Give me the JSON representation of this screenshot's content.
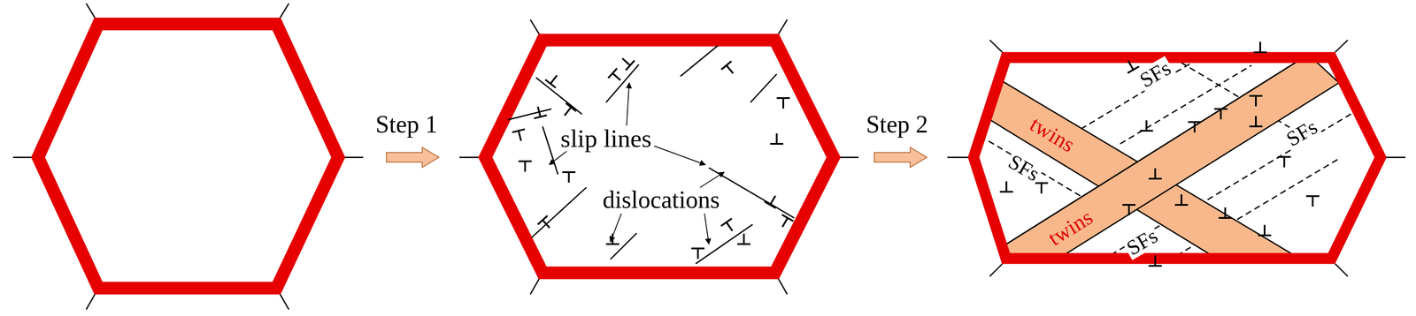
{
  "diagram": {
    "labels": [
      "Step 1",
      "slip lines",
      "dislocations",
      "Step 2",
      "SFs",
      "twins",
      "SFs",
      "SFs",
      "twins",
      "SFs"
    ]
  }
}
